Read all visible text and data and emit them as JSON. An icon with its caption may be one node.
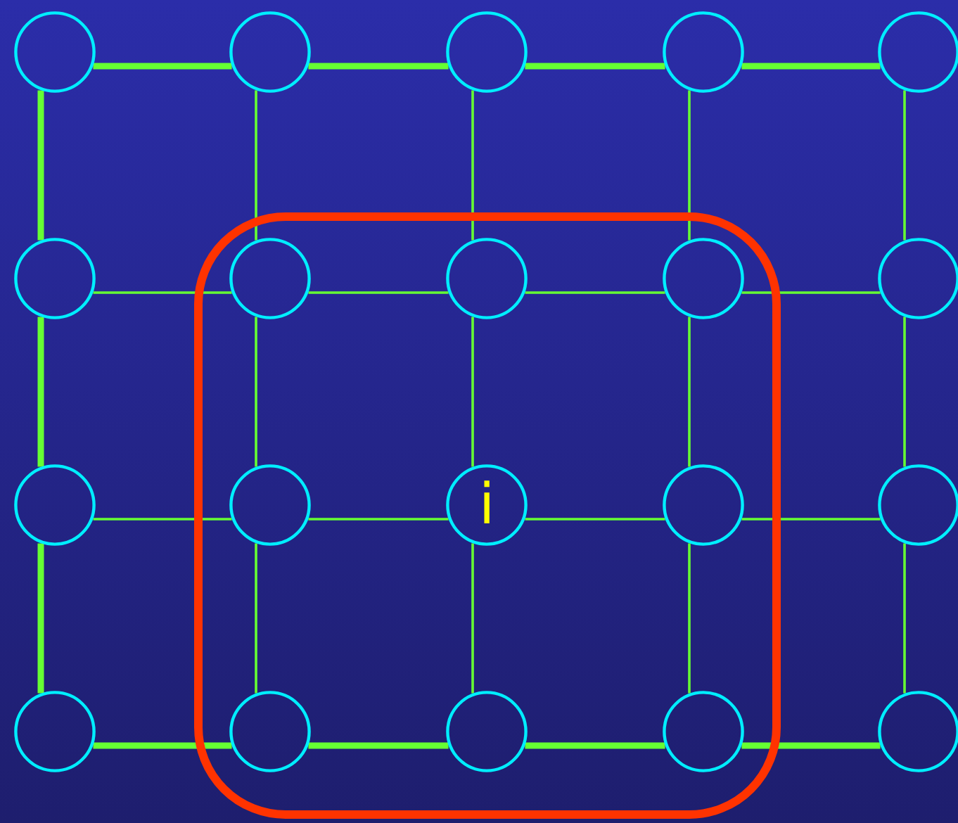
{
  "diagram": {
    "nodes": [
      {
        "text": [],
        "shape": "circle"
      },
      {
        "text": [],
        "shape": "circle"
      },
      {
        "text": [],
        "shape": "circle"
      },
      {
        "text": [],
        "shape": "circle"
      },
      {
        "text": [],
        "shape": "circle"
      },
      {
        "text": [],
        "shape": "circle"
      },
      {
        "text": [],
        "shape": "circle"
      },
      {
        "text": [],
        "shape": "circle"
      },
      {
        "text": [],
        "shape": "circle"
      },
      {
        "text": [],
        "shape": "circle"
      },
      {
        "text": [],
        "shape": "circle"
      },
      {
        "text": [],
        "shape": "circle"
      },
      {
        "text": [
          "i"
        ]
      },
      {
        "text": [],
        "shape": "circle"
      },
      {
        "text": [],
        "shape": "circle"
      },
      {
        "text": [],
        "shape": "circle"
      },
      {
        "text": [],
        "shape": "circle"
      },
      {
        "text": [],
        "shape": "circle"
      },
      {
        "text": [],
        "shape": "circle"
      },
      {
        "text": [],
        "shape": "circle"
      }
    ],
    "edges": [
      {
        "from": 0,
        "to": 1,
        "arrow": "none",
        "style": "thick"
      },
      {
        "from": 1,
        "to": 2,
        "arrow": "none",
        "style": "thick"
      },
      {
        "from": 2,
        "to": 3,
        "arrow": "none",
        "style": "thick"
      },
      {
        "from": 3,
        "to": 4,
        "arrow": "none",
        "style": "thick"
      },
      {
        "from": 5,
        "to": 6,
        "arrow": "none"
      },
      {
        "from": 6,
        "to": 7,
        "arrow": "none"
      },
      {
        "from": 7,
        "to": 8,
        "arrow": "none"
      },
      {
        "from": 8,
        "to": 9,
        "arrow": "none"
      },
      {
        "from": 10,
        "to": 11,
        "arrow": "none"
      },
      {
        "from": 11,
        "to": 12,
        "arrow": "none"
      },
      {
        "from": 12,
        "to": 13,
        "arrow": "none"
      },
      {
        "from": 13,
        "to": 14,
        "arrow": "none"
      },
      {
        "from": 15,
        "to": 16,
        "arrow": "none",
        "style": "thick"
      },
      {
        "from": 16,
        "to": 17,
        "arrow": "none",
        "style": "thick"
      },
      {
        "from": 17,
        "to": 18,
        "arrow": "none",
        "style": "thick"
      },
      {
        "from": 18,
        "to": 19,
        "arrow": "none",
        "style": "thick"
      },
      {
        "from": 0,
        "to": 5,
        "arrow": "none",
        "style": "thick"
      },
      {
        "from": 5,
        "to": 10,
        "arrow": "none",
        "style": "thick"
      },
      {
        "from": 10,
        "to": 15,
        "arrow": "none",
        "style": "thick"
      },
      {
        "from": 1,
        "to": 6,
        "arrow": "none"
      },
      {
        "from": 6,
        "to": 11,
        "arrow": "none"
      },
      {
        "from": 11,
        "to": 16,
        "arrow": "none"
      },
      {
        "from": 2,
        "to": 7,
        "arrow": "none"
      },
      {
        "from": 7,
        "to": 12,
        "arrow": "none"
      },
      {
        "from": 12,
        "to": 17,
        "arrow": "none"
      },
      {
        "from": 3,
        "to": 8,
        "arrow": "none"
      },
      {
        "from": 8,
        "to": 13,
        "arrow": "none"
      },
      {
        "from": 13,
        "to": 18,
        "arrow": "none"
      },
      {
        "from": 4,
        "to": 9,
        "arrow": "none"
      },
      {
        "from": 9,
        "to": 14,
        "arrow": "none"
      },
      {
        "from": 14,
        "to": 19,
        "arrow": "none"
      }
    ]
  }
}
